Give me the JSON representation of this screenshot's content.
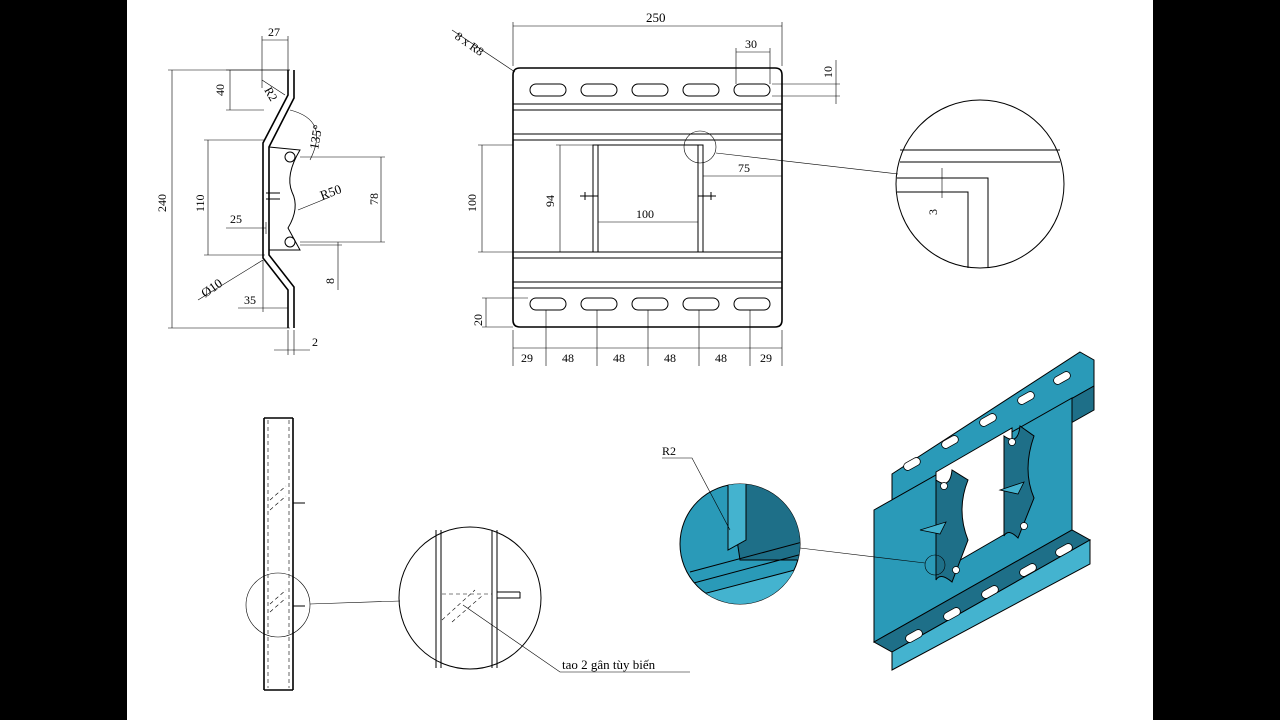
{
  "colors": {
    "sheet": "#ffffff",
    "background": "#000000",
    "model": "#2a9ab8",
    "model_dark": "#1e6f88",
    "model_light": "#44b3cf"
  },
  "dimensions": {
    "side": {
      "top_width": "27",
      "top_height": "40",
      "fillet": "R2",
      "angle": "135°",
      "total_height": "240",
      "mid_height": "110",
      "slot_span": "78",
      "arc_radius": "R50",
      "offset": "25",
      "hole": "Ø10",
      "bottom_offset": "8",
      "bottom_width": "35",
      "thickness": "2"
    },
    "front": {
      "width": "250",
      "slot_count": "8 x R8",
      "slot_length": "30",
      "slot_width": "10",
      "height": "100",
      "inner_height": "94",
      "inner_width": "100",
      "edge_offset": "75",
      "slot_offset": "20",
      "spacing": [
        "29",
        "48",
        "48",
        "48",
        "48",
        "29"
      ]
    },
    "detail": {
      "depth": "3"
    },
    "iso": {
      "fillet": "R2"
    }
  },
  "annotations": {
    "rib_note": "tao 2 gân tùy biến"
  }
}
